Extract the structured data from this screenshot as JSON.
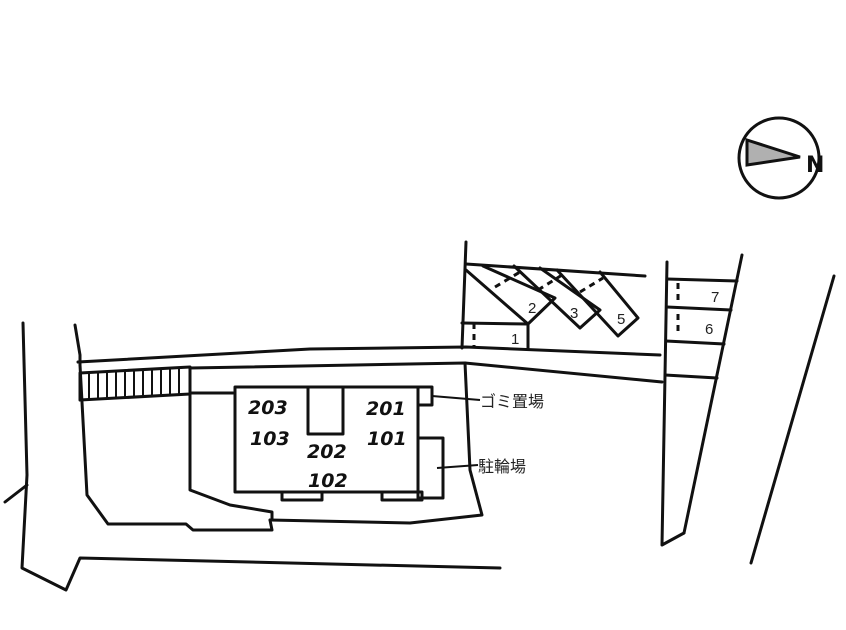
{
  "diagram": {
    "type": "site-plan",
    "compass": {
      "label": "N",
      "direction": "right"
    },
    "building": {
      "units": [
        {
          "id": "u203",
          "label": "203"
        },
        {
          "id": "u103",
          "label": "103"
        },
        {
          "id": "u202",
          "label": "202"
        },
        {
          "id": "u102",
          "label": "102"
        },
        {
          "id": "u201",
          "label": "201"
        },
        {
          "id": "u101",
          "label": "101"
        }
      ]
    },
    "parking": {
      "stalls": [
        {
          "label": "1"
        },
        {
          "label": "2"
        },
        {
          "label": "3"
        },
        {
          "label": "5"
        },
        {
          "label": "6"
        },
        {
          "label": "7"
        }
      ]
    },
    "facilities": {
      "garbage": "ゴミ置場",
      "bicycle": "駐輪場"
    }
  },
  "colors": {
    "line": "#111111",
    "background": "#ffffff",
    "compass_fill": "#b0b0b0"
  }
}
